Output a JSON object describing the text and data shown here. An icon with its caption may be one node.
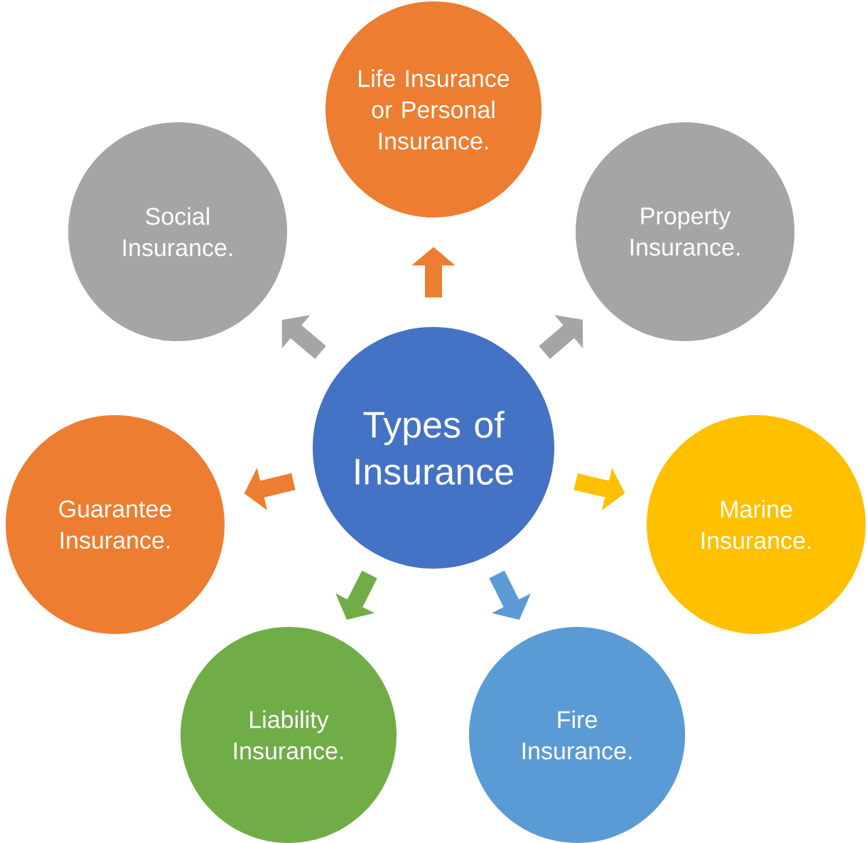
{
  "diagram": {
    "nodes": [
      {
        "text": [
          "Types of Insurance"
        ]
      },
      {
        "text": [
          "Life Insurance or Personal Insurance."
        ]
      },
      {
        "text": [
          "Property Insurance."
        ]
      },
      {
        "text": [
          "Marine Insurance."
        ]
      },
      {
        "text": [
          "Fire Insurance."
        ]
      },
      {
        "text": [
          "Liability Insurance."
        ]
      },
      {
        "text": [
          "Guarantee Insurance."
        ]
      },
      {
        "text": [
          "Social Insurance."
        ]
      }
    ],
    "edges": [
      {
        "from": 0,
        "to": 1,
        "arrow": "to",
        "color": "#ed7d31"
      },
      {
        "from": 0,
        "to": 2,
        "arrow": "to",
        "color": "#a5a5a5"
      },
      {
        "from": 0,
        "to": 3,
        "arrow": "to",
        "color": "#ffc000"
      },
      {
        "from": 0,
        "to": 4,
        "arrow": "to",
        "color": "#5b9bd5"
      },
      {
        "from": 0,
        "to": 5,
        "arrow": "to",
        "color": "#70ad47"
      },
      {
        "from": 0,
        "to": 6,
        "arrow": "to",
        "color": "#ed7d31"
      },
      {
        "from": 0,
        "to": 7,
        "arrow": "to",
        "color": "#a5a5a5"
      }
    ]
  }
}
